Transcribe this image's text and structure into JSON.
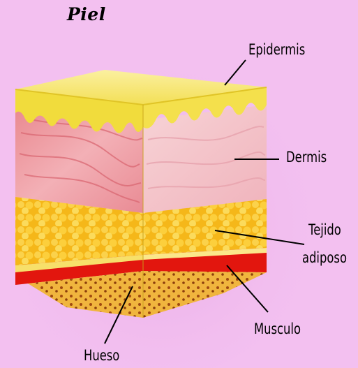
{
  "title": "Piel",
  "labels": {
    "epidermis": "Epidermis",
    "dermis": "Dermis",
    "tejido_line1": "Tejido",
    "tejido_line2": "adiposo",
    "musculo": "Musculo",
    "hueso": "Hueso"
  },
  "colors": {
    "background": "#f3c0f0",
    "epidermis": "#f2e24a",
    "dermis": "#f0a9b4",
    "adipose": "#f7c21a",
    "muscle": "#e2160e",
    "bone": "#f3c14a"
  }
}
